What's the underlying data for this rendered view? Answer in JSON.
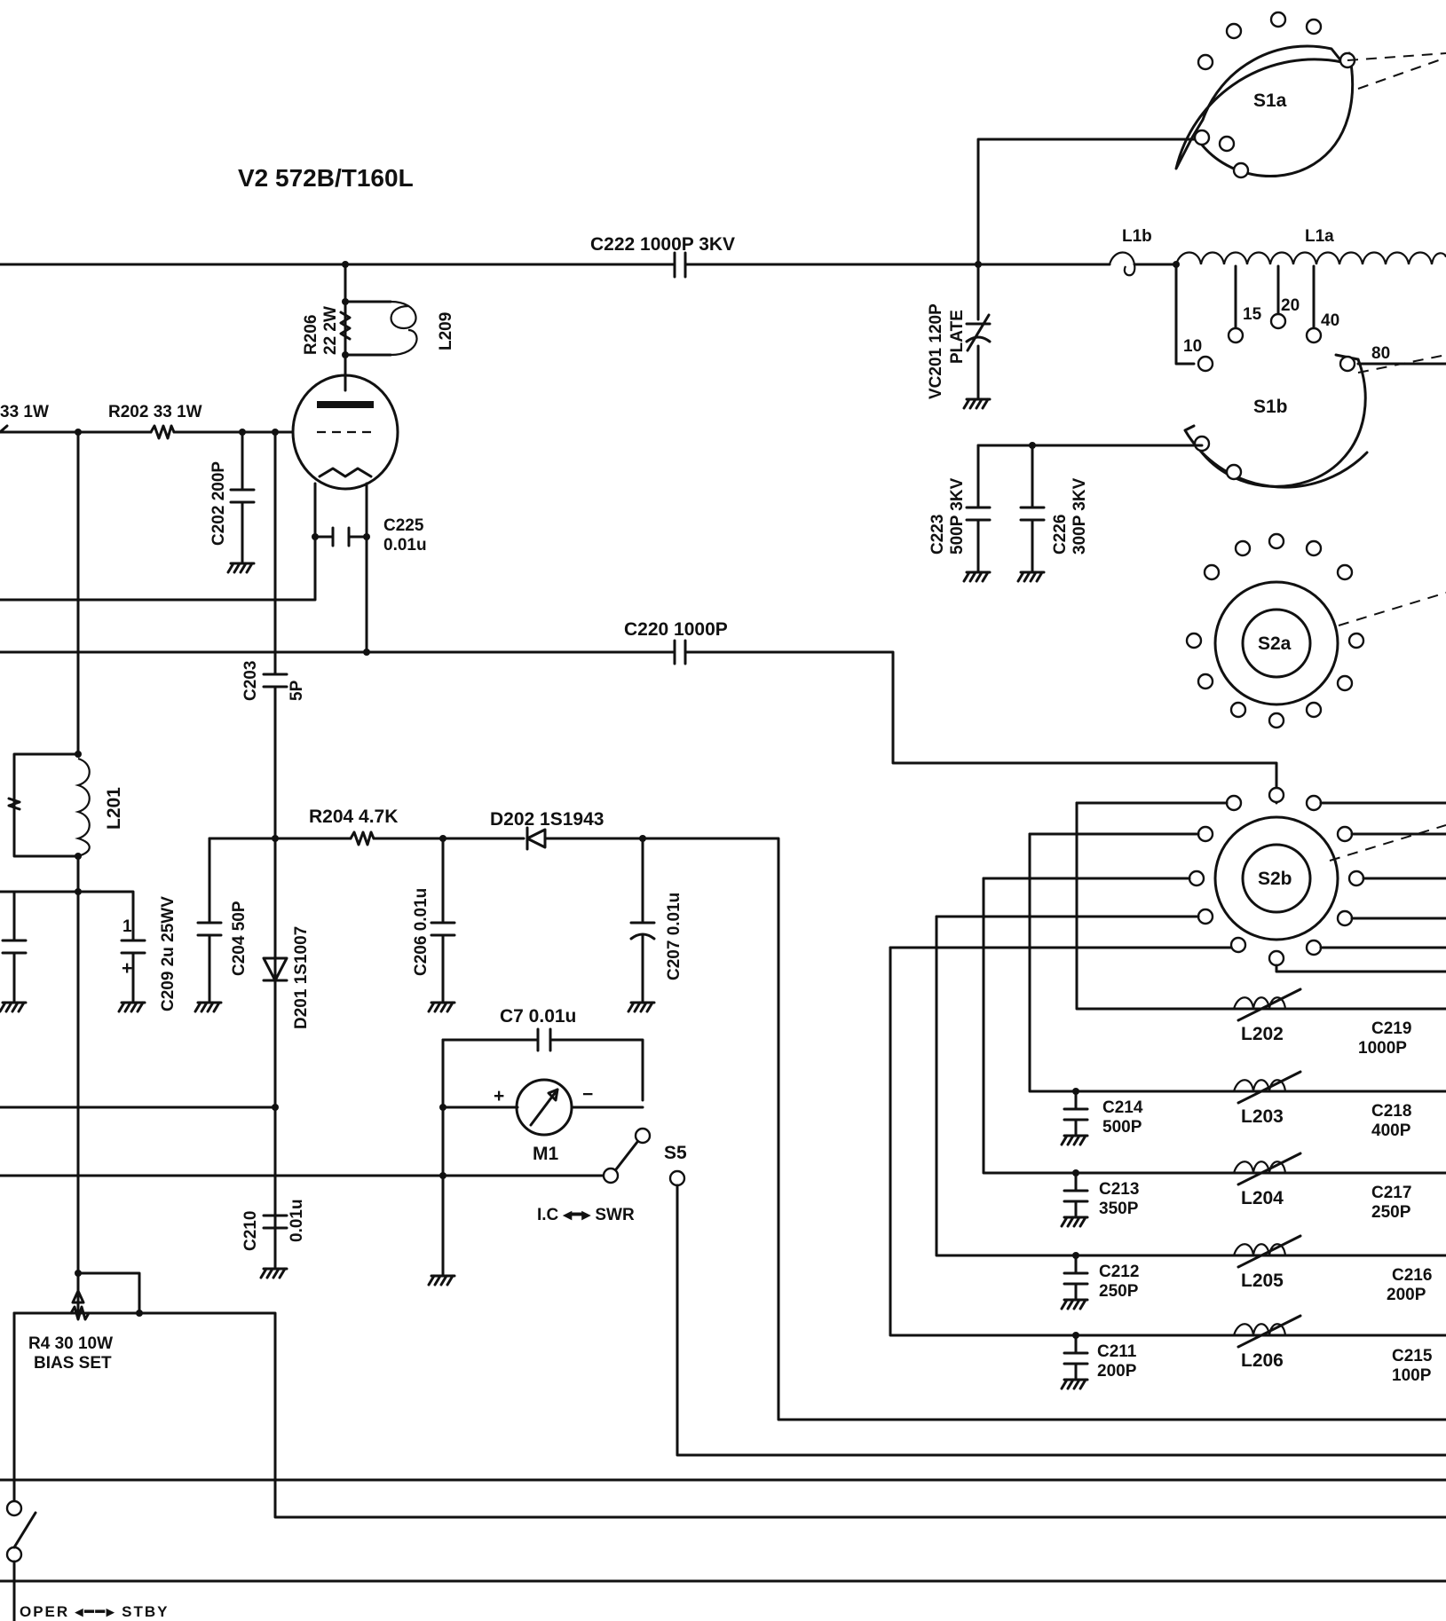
{
  "tube": {
    "designator": "V2",
    "type": "572B/T160L"
  },
  "labels": {
    "c222": "C222 1000P 3KV",
    "c220": "C220 1000P",
    "r202": "R202 33 1W",
    "r201_partial": "33 1W",
    "r206_a": "R206",
    "r206_b": "22 2W",
    "l209": "L209",
    "c202": "C202 200P",
    "c225_a": "C225",
    "c225_b": "0.01u",
    "c203": "C203",
    "c203_val": "5P",
    "l201": "L201",
    "c209": "C209 2u 25WV",
    "c204": "C204 50P",
    "d201": "D201 1S1007",
    "r204": "R204 4.7K",
    "d202": "D202 1S1943",
    "c206": "C206 0.01u",
    "c207": "C207 0.01u",
    "c7": "C7 0.01u",
    "m1": "M1",
    "s5": "S5",
    "ic_swr": "I.C ◂━▸ SWR",
    "c210": "C210",
    "c210_val": "0.01u",
    "r4_a": "R4 30 10W",
    "r4_b": "BIAS SET",
    "oper_stby": "OPER ◂━━▸ STBY",
    "vc201_a": "VC201 120P",
    "vc201_b": "PLATE",
    "l1a": "L1a",
    "l1b": "L1b",
    "tap10": "10",
    "tap15": "15",
    "tap20": "20",
    "tap40": "40",
    "tap80": "80",
    "s1a": "S1a",
    "s1b": "S1b",
    "s2a": "S2a",
    "s2b": "S2b",
    "c223_a": "C223",
    "c223_b": "500P 3KV",
    "c226_a": "C226",
    "c226_b": "300P 3KV",
    "l202": "L202",
    "l203": "L203",
    "l204": "L204",
    "l205": "L205",
    "l206": "L206",
    "c211": "C211",
    "c211_val": "200P",
    "c212": "C212",
    "c212_val": "250P",
    "c213": "C213",
    "c213_val": "350P",
    "c214": "C214",
    "c214_val": "500P",
    "c215": "C215",
    "c215_val": "100P",
    "c216": "C216",
    "c216_val": "200P",
    "c217": "C217",
    "c217_val": "250P",
    "c218": "C218",
    "c218_val": "400P",
    "c219": "C219",
    "c219_val": "1000P",
    "plus": "+",
    "minus": "−",
    "one": "1"
  }
}
